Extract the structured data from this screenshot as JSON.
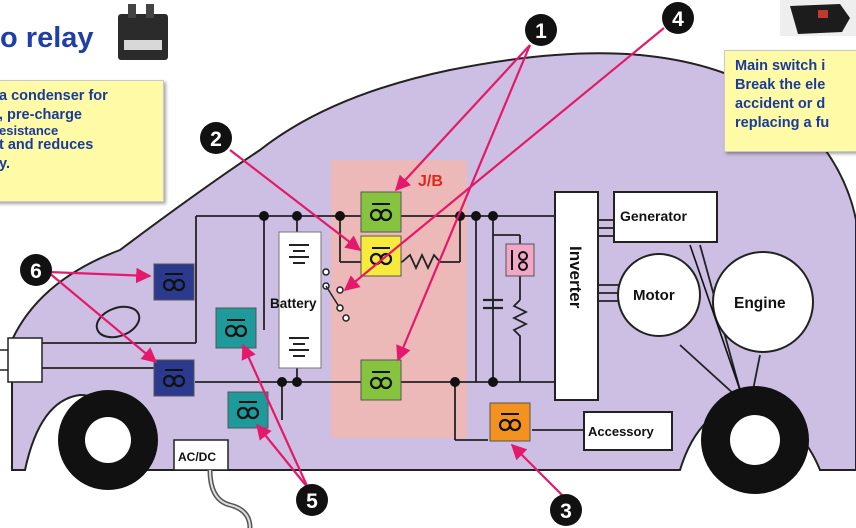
{
  "title": "relay",
  "left_note": [
    "a condenser for",
    ", pre-charge",
    "esistance",
    "t and reduces",
    "y."
  ],
  "right_note": [
    "Main switch i",
    "Break the ele",
    "accident or d",
    "replacing a fu"
  ],
  "labels": {
    "jb": "J/B",
    "battery": "Battery",
    "inverter": "Inverter",
    "generator": "Generator",
    "motor": "Motor",
    "engine": "Engine",
    "accessory": "Accessory",
    "acdc": "AC/DC"
  },
  "callouts": [
    "1",
    "2",
    "3",
    "4",
    "5",
    "6"
  ],
  "colors": {
    "car_body": "#cdbfe3",
    "jb_box": "#f2b7b0",
    "relay_green": "#86c440",
    "relay_yellow": "#f7ea3c",
    "relay_orange": "#f4921f",
    "relay_teal": "#1e9a9a",
    "relay_blue": "#2b3a8e",
    "relay_pink": "#f3a7c6",
    "arrow": "#e4196c"
  }
}
